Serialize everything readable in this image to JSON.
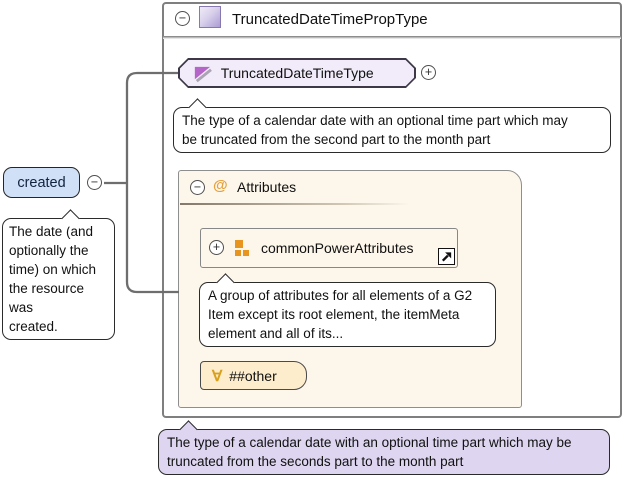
{
  "panel": {
    "title": "TruncatedDateTimePropType",
    "base_type": {
      "label": "TruncatedDateTimeType"
    },
    "base_type_note": "The type of a calendar date with an optional time part which may\nbe truncated from the second part to the month part",
    "attributes": {
      "title": "Attributes",
      "group": {
        "label": "commonPowerAttributes",
        "note": "A group of attributes for all elements of a G2\nItem except its root element, the itemMeta\nelement and all of its..."
      },
      "wildcard": {
        "label": "##other"
      }
    }
  },
  "element": {
    "label": "created",
    "tooltip": "The date (and\noptionally the\ntime) on which\nthe resource was\ncreated."
  },
  "bottom_note": "The type of a calendar date with an optional time part which may be\ntruncated from the seconds part to the month part",
  "icons": {
    "collapse_glyph": "−",
    "expand_glyph": "+",
    "at_glyph": "@",
    "forall_glyph": "∀",
    "complex_type_icon": "purple-gradient-square",
    "simple_type_icon": "purple-triangle",
    "attribute_group_icon": "orange-squares",
    "link_icon": "arrow-up-right"
  },
  "colors": {
    "panel_border": "#7f7f7f",
    "attr_panel_fill": "#fdf6ea",
    "wildcard_fill": "#fdedcd",
    "element_fill": "#cfe0f7",
    "simple_type_fill": "#f2ecfa",
    "bottom_note_fill": "#ded5f0",
    "orange_accent": "#e8951f",
    "purple_accent": "#b565c8"
  }
}
